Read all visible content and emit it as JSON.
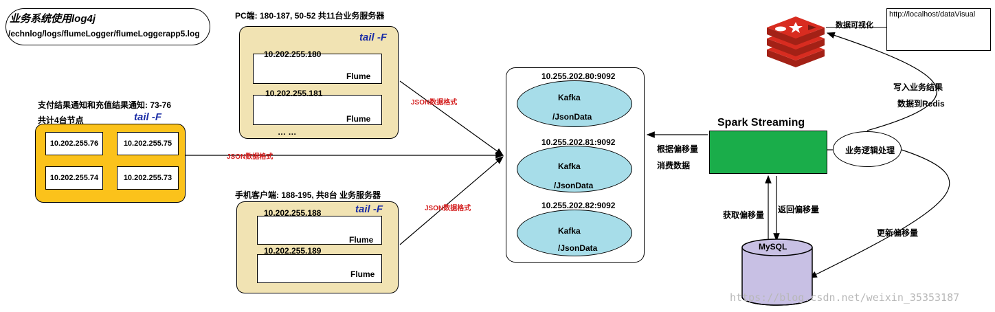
{
  "header": {
    "log4j_title": "业务系统使用log4j",
    "log_path": "/echnlog/logs/flumeLogger/flumeLoggerapp5.log"
  },
  "pc_group": {
    "label": "PC端: 180-187, 50-52 共11台业务服务器",
    "tail": "tail -F",
    "servers": [
      {
        "ip": "10.202.255.180",
        "flume": "Flume"
      },
      {
        "ip": "10.202.255.181",
        "flume": "Flume"
      }
    ],
    "ellipsis": "… …"
  },
  "payment_group": {
    "label": "支付结果通知和充值结果通知: 73-76",
    "count_label": "共计4台节点",
    "tail": "tail -F",
    "nodes": [
      "10.202.255.76",
      "10.202.255.75",
      "10.202.255.74",
      "10.202.255.73"
    ]
  },
  "mobile_group": {
    "label": "手机客户端: 188-195, 共8台 业务服务器",
    "tail": "tail -F",
    "servers": [
      {
        "ip": "10.202.255.188",
        "flume": "Flume"
      },
      {
        "ip": "10.202.255.189",
        "flume": "Flume"
      }
    ]
  },
  "json_format_label": "JSON数据格式",
  "kafka": {
    "brokers": [
      {
        "address": "10.255.202.80:9092",
        "name": "Kafka",
        "topic": "/JsonData"
      },
      {
        "address": "10.255.202.81:9092",
        "name": "Kafka",
        "topic": "/JsonData"
      },
      {
        "address": "10.255.202.82:9092",
        "name": "Kafka",
        "topic": "/JsonData"
      }
    ]
  },
  "consume_label_1": "根据偏移量",
  "consume_label_2": "消费数据",
  "spark": {
    "label": "Spark Streaming"
  },
  "business_logic": "业务逻辑处理",
  "mysql": {
    "label": "MySQL"
  },
  "get_offset": "获取偏移量",
  "return_offset": "返回偏移量",
  "update_offset": "更新偏移量",
  "write_result_1": "写入业务结果",
  "write_result_2": "数据到Redis",
  "visualize_label": "数据可视化",
  "url": "http://localhost/dataVisual",
  "watermark": "https://blog.csdn.net/weixin_35353187",
  "colors": {
    "tan": "#f1e3b3",
    "orange": "#fbc21b",
    "kafka": "#a7dde9",
    "spark": "#1aad4a",
    "mysql": "#c8c0e4",
    "redis": "#d82c20",
    "accent_blue": "#1c2ea6",
    "accent_red": "#d41f1f"
  },
  "icons": [
    "redis-logo-icon",
    "mysql-cylinder-icon"
  ]
}
